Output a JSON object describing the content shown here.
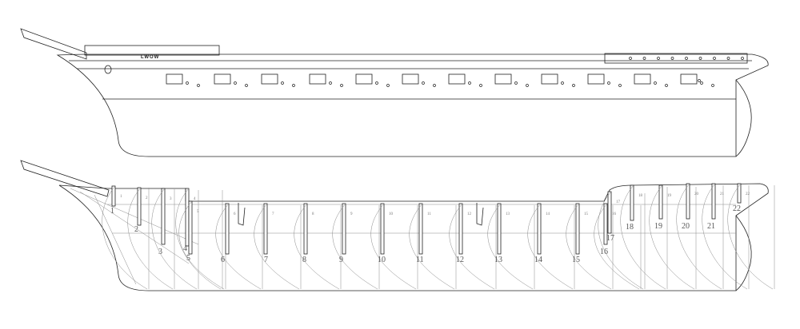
{
  "ship_name": "LWOW",
  "station_numbers": [
    "1",
    "2",
    "3",
    "4",
    "5",
    "6",
    "7",
    "8",
    "9",
    "10",
    "11",
    "12",
    "13",
    "14",
    "15",
    "16",
    "17",
    "18",
    "19",
    "20",
    "21",
    "22"
  ],
  "minor_labels": [
    "1",
    "2",
    "3",
    "4",
    "5",
    "6",
    "7",
    "8",
    "9",
    "10",
    "11",
    "12",
    "13",
    "14",
    "15",
    "16",
    "17",
    "18",
    "19",
    "20",
    "21",
    "22"
  ],
  "colors": {
    "line": "#222222",
    "faint": "#8a8a8a",
    "background": "#ffffff"
  }
}
